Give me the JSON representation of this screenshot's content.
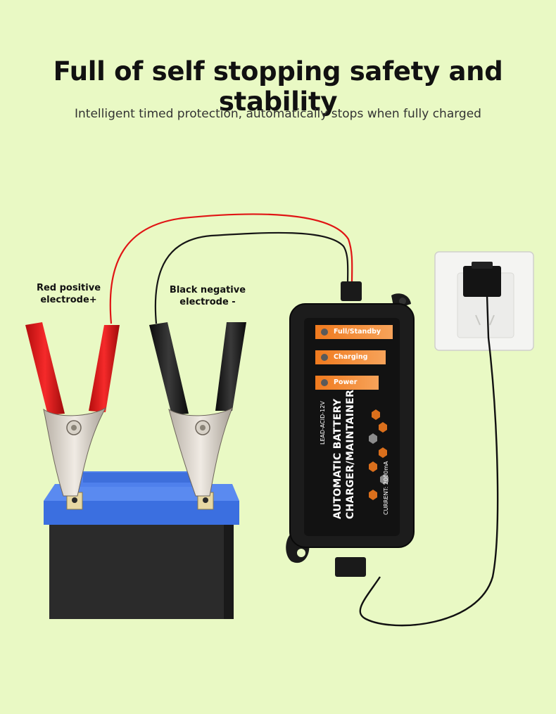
{
  "headline": "Full of self stopping safety and stability",
  "subheadline": "Intelligent timed protection, automatically stops when fully charged",
  "labels": {
    "red_clamp_line1": "Red positive",
    "red_clamp_line2": "electrode+",
    "black_clamp_line1": "Black negative",
    "black_clamp_line2": "electrode -"
  },
  "charger": {
    "indicators": [
      "Full/Standby",
      "Charging",
      "Power"
    ],
    "type_text": "LEAD-ACID-12V",
    "name_line1": "AUTOMATIC BATTERY",
    "name_line2": "CHARGER/MAINTAINER",
    "current_text": "CURRENT: 2000mA"
  },
  "colors": {
    "background": "#e9f9c4",
    "accent_orange": "#f07a1e",
    "clamp_red": "#e01515",
    "battery_blue": "#3b6fe0"
  }
}
